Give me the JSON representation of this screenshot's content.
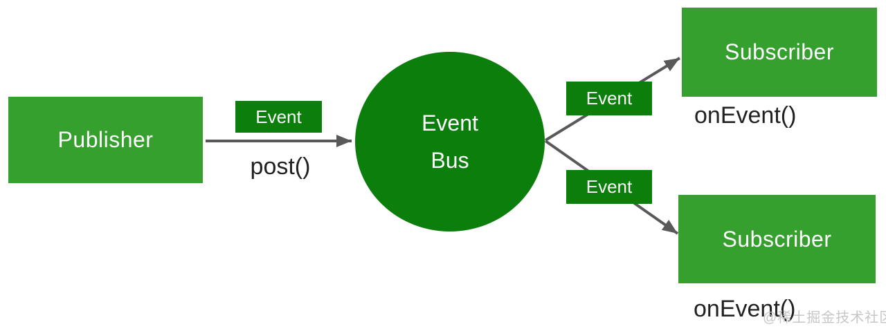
{
  "diagram": {
    "title_semantic": "Event Bus publish-subscribe pattern",
    "publisher": {
      "label": "Publisher",
      "method_label": "post()"
    },
    "event_labels": {
      "left": "Event",
      "top_right": "Event",
      "bottom_right": "Event"
    },
    "bus": {
      "line1": "Event",
      "line2": "Bus"
    },
    "subscribers": [
      {
        "label": "Subscriber",
        "method_label": "onEvent()"
      },
      {
        "label": "Subscriber",
        "method_label": "onEvent()"
      }
    ],
    "watermark": "@稀土掘金技术社区",
    "colors": {
      "node_green": "#35a02e",
      "bus_dark_green": "#0b7e0c",
      "arrow_gray": "#595959",
      "text_dark": "#212121",
      "text_white": "#ffffff",
      "watermark_gray": "#c6c6c6",
      "background": "#ffffff"
    }
  }
}
